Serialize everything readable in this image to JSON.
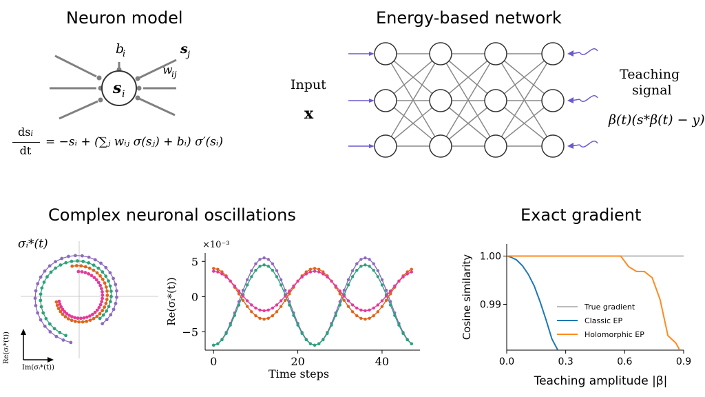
{
  "titles": {
    "neuron_model": "Neuron model",
    "energy_network": "Energy-based network",
    "oscillations": "Complex neuronal oscillations",
    "exact_gradient": "Exact gradient"
  },
  "neuron": {
    "node_label": "s",
    "node_sub": "i",
    "bias_label": "b",
    "bias_sub": "i",
    "input_label": "s",
    "input_sub": "j",
    "weight_label": "w",
    "weight_sub": "ij",
    "equation_lhs_num": "ds",
    "equation_lhs_num_sub": "i",
    "equation_lhs_den": "dt",
    "equation_rhs": "= −sᵢ + (∑ⱼ wᵢⱼ σ(sⱼ) + bᵢ) σ′(sᵢ)"
  },
  "network": {
    "input_label": "Input",
    "input_symbol": "x",
    "teaching_line1": "Teaching",
    "teaching_line2": "signal",
    "teaching_formula": "β(t)(s*β(t) − y)"
  },
  "spiral": {
    "label": "σᵢ*(t)",
    "axis_re": "Re(σᵢ*(t))",
    "axis_im": "Im(σᵢ*(t))"
  },
  "colors": {
    "purple": "#8c6bbd",
    "green": "#2aa37a",
    "orange": "#e0641b",
    "pink": "#e33b9a",
    "blue": "#1f77b4",
    "gold": "#ff8a1e",
    "gray": "#bbbbbb",
    "node_stroke": "#333333",
    "edge": "#888888",
    "signal": "#6a5acd"
  },
  "chart_data": [
    {
      "type": "line",
      "ylabel": "Re(σᵢ*(t))",
      "xlabel": "Time steps",
      "y_scale_label": "×10⁻³",
      "xlim": [
        -2,
        49
      ],
      "ylim": [
        -7.6,
        6.2
      ],
      "xticks": [
        0,
        20,
        40
      ],
      "yticks": [
        -5,
        0,
        5
      ],
      "xtick_labels": [
        "0",
        "20",
        "40"
      ],
      "ytick_labels": [
        "−5",
        "0",
        "5"
      ],
      "period": 24,
      "series": [
        {
          "color": "purple",
          "amplitude": 6.2,
          "offset": -0.7,
          "phase": 0
        },
        {
          "color": "green",
          "amplitude": 5.7,
          "offset": -1.2,
          "phase": 0
        },
        {
          "color": "orange",
          "amplitude": 3.6,
          "offset": 0.4,
          "phase": 12
        },
        {
          "color": "pink",
          "amplitude": 2.8,
          "offset": 0.8,
          "phase": 12
        }
      ]
    },
    {
      "type": "line",
      "ylabel": "Cosine similarity",
      "xlabel": "Teaching amplitude |β|",
      "xlim": [
        0,
        0.9
      ],
      "ylim": [
        0.9805,
        1.0025
      ],
      "xticks": [
        0,
        0.3,
        0.6,
        0.9
      ],
      "yticks": [
        0.99,
        1.0
      ],
      "xtick_labels": [
        "0.0",
        "0.3",
        "0.6",
        "0.9"
      ],
      "ytick_labels": [
        "0.99",
        "1.00"
      ],
      "legend": [
        "True gradient",
        "Classic EP",
        "Holomorphic EP"
      ],
      "legend_position": "lower-center",
      "series": [
        {
          "name": "True gradient",
          "color": "gray",
          "x": [
            0,
            0.9
          ],
          "y": [
            1.0,
            1.0
          ]
        },
        {
          "name": "Classic EP",
          "color": "blue",
          "x": [
            0,
            0.02,
            0.05,
            0.08,
            0.11,
            0.14,
            0.17,
            0.2,
            0.23,
            0.26
          ],
          "y": [
            1.0,
            0.9998,
            0.9992,
            0.998,
            0.9962,
            0.9938,
            0.9905,
            0.9868,
            0.9828,
            0.9805
          ]
        },
        {
          "name": "Holomorphic EP",
          "color": "gold",
          "x": [
            0,
            0.58,
            0.62,
            0.66,
            0.7,
            0.74,
            0.78,
            0.82,
            0.86,
            0.88
          ],
          "y": [
            1.0,
            1.0,
            0.9978,
            0.9968,
            0.9968,
            0.9955,
            0.991,
            0.9835,
            0.982,
            0.9805
          ]
        }
      ]
    }
  ]
}
